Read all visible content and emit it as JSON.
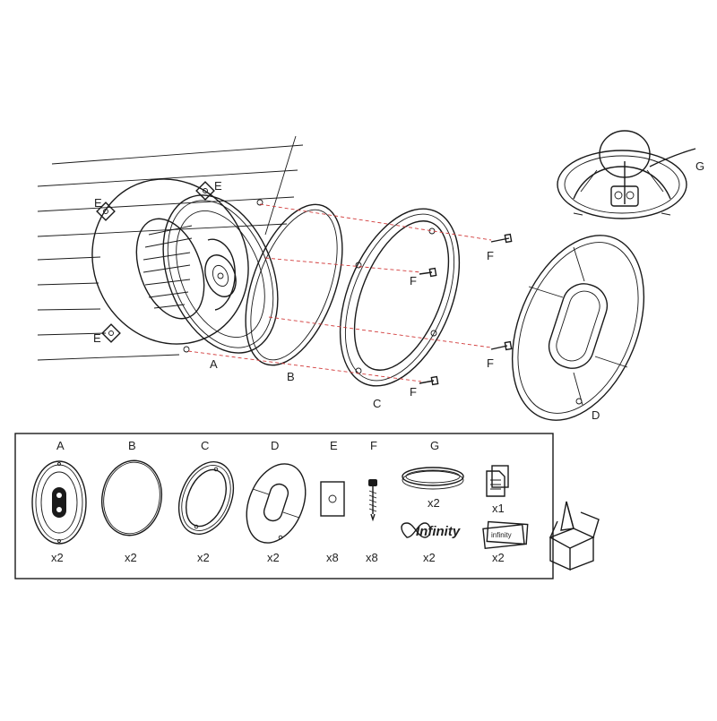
{
  "callouts": {
    "A": "A",
    "B": "B",
    "C": "C",
    "D": "D",
    "E": "E",
    "F": "F",
    "G": "G"
  },
  "parts": [
    {
      "id": "A",
      "label": "A",
      "qty": "x2"
    },
    {
      "id": "B",
      "label": "B",
      "qty": "x2"
    },
    {
      "id": "C",
      "label": "C",
      "qty": "x2"
    },
    {
      "id": "D",
      "label": "D",
      "qty": "x2"
    },
    {
      "id": "E",
      "label": "E",
      "qty": "x8"
    },
    {
      "id": "F",
      "label": "F",
      "qty": "x8"
    },
    {
      "id": "G",
      "label": "G",
      "qty": "x2"
    },
    {
      "id": "docs",
      "label": "",
      "qty": "x1"
    },
    {
      "id": "logo",
      "label": "",
      "qty": "x2"
    },
    {
      "id": "badge",
      "label": "",
      "qty": "x2"
    }
  ],
  "brand": {
    "logo_text": "Infinity",
    "badge_text": "infinity"
  },
  "colors": {
    "stroke": "#1a1a1a",
    "guide": "#d23b3b",
    "background": "#ffffff"
  }
}
